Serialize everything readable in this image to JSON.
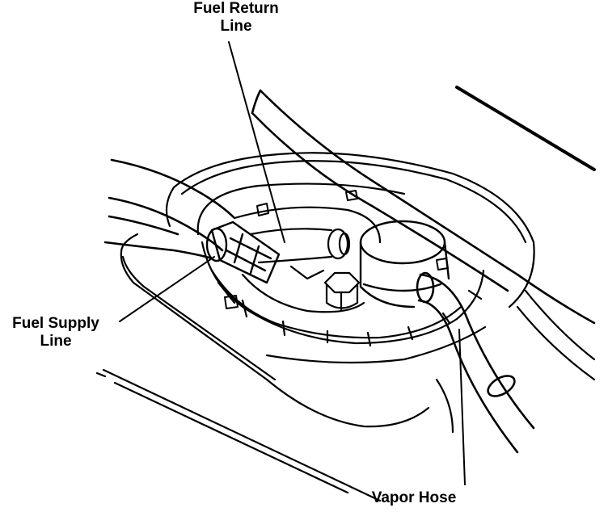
{
  "callouts": {
    "fuel_return": {
      "line1": "Fuel Return",
      "line2": "Line"
    },
    "fuel_supply": {
      "line1": "Fuel Supply",
      "line2": "Line"
    },
    "vapor_hose": {
      "line1": "Vapor Hose"
    }
  },
  "colors": {
    "ink": "#000000",
    "paper": "#ffffff"
  }
}
